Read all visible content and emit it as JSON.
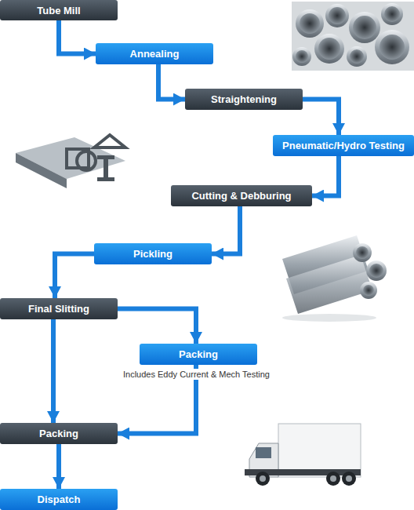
{
  "diagram": {
    "nodes": [
      {
        "text": [
          "Tube Mill"
        ]
      },
      {
        "text": [
          "Annealing"
        ]
      },
      {
        "text": [
          "Straightening"
        ]
      },
      {
        "text": [
          "Pneumatic/Hydro Testing"
        ]
      },
      {
        "text": [
          "Cutting & Debburing"
        ]
      },
      {
        "text": [
          "Pickling"
        ]
      },
      {
        "text": [
          "Final Slitting"
        ]
      },
      {
        "text": [
          "Packing"
        ]
      },
      {
        "text": [
          "Packing"
        ]
      },
      {
        "text": [
          "Dispatch"
        ]
      }
    ],
    "edges": [
      {
        "from": 0,
        "to": 1,
        "arrow": "to"
      },
      {
        "from": 1,
        "to": 2,
        "arrow": "to"
      },
      {
        "from": 2,
        "to": 3,
        "arrow": "to"
      },
      {
        "from": 3,
        "to": 4,
        "arrow": "to"
      },
      {
        "from": 4,
        "to": 5,
        "arrow": "to"
      },
      {
        "from": 5,
        "to": 6,
        "arrow": "to"
      },
      {
        "from": 6,
        "to": 8,
        "arrow": "to"
      },
      {
        "from": 6,
        "to": 7,
        "arrow": "to"
      },
      {
        "from": 7,
        "to": 8,
        "arrow": "to"
      },
      {
        "from": 8,
        "to": 9,
        "arrow": "to"
      }
    ],
    "labels": [
      "Includes Eddy Current & Mech Testing"
    ]
  }
}
